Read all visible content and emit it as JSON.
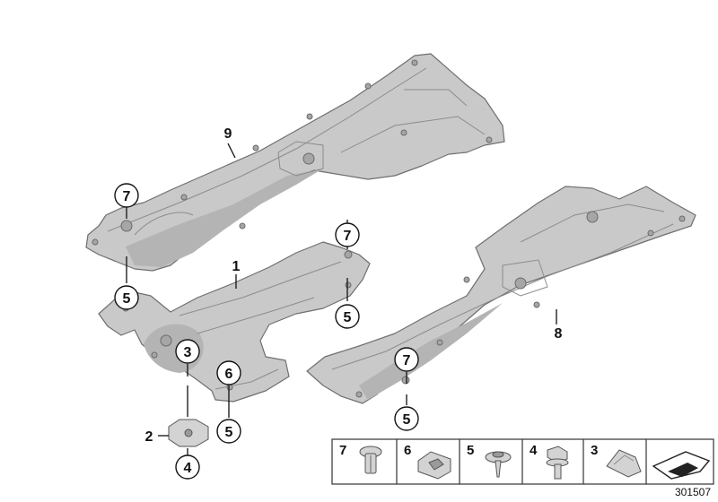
{
  "callouts": {
    "c9": "9",
    "c7_top": "7",
    "c5_left": "5",
    "c1": "1",
    "c7_mid": "7",
    "c5_mid": "5",
    "c3": "3",
    "c6": "6",
    "c5_lower": "5",
    "c2": "2",
    "c4": "4",
    "c8": "8",
    "c7_right": "7",
    "c5_right": "5"
  },
  "legend": {
    "items": [
      {
        "number": "7",
        "part": "expanding-rivet"
      },
      {
        "number": "6",
        "part": "clip-nut"
      },
      {
        "number": "5",
        "part": "screw-with-washer"
      },
      {
        "number": "4",
        "part": "hex-bolt"
      },
      {
        "number": "3",
        "part": "spring-nut"
      }
    ],
    "icon": "arrow-box"
  },
  "reference_number": "301507"
}
